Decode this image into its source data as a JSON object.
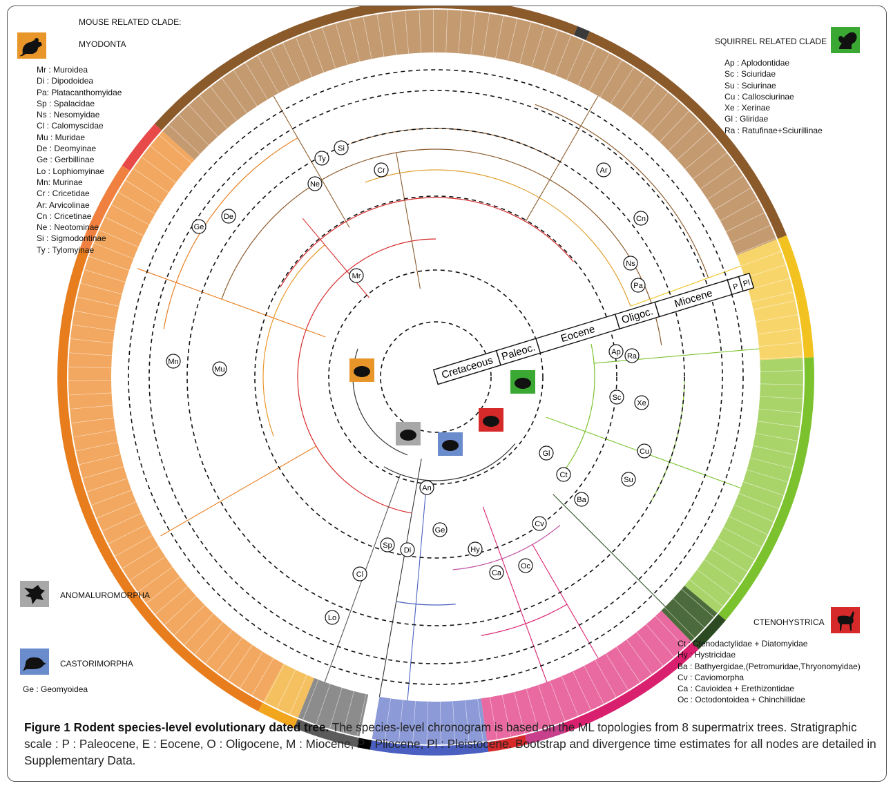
{
  "figure": {
    "mouse_clade_title": "MOUSE RELATED CLADE:",
    "myodonta_label": "MYODONTA",
    "mouse_legend": [
      "Mr : Muroidea",
      "Di : Dipodoidea",
      "Pa: Platacanthomyidae",
      "Sp : Spalacidae",
      "Ns : Nesomyidae",
      "Cl : Calomyscidae",
      "Mu : Muridae",
      "De : Deomyinae",
      "Ge : Gerbillinae",
      "Lo : Lophiomyinae",
      "Mn: Murinae",
      "Cr : Cricetidae",
      "Ar: Arvicolinae",
      "Cn : Cricetinae",
      "Ne : Neotominae",
      "Si : Sigmodontinae",
      "Ty : Tylomyinae"
    ],
    "squirrel_clade_title": "SQUIRREL RELATED CLADE",
    "squirrel_legend": [
      "Ap : Aplodontidae",
      "Sc : Sciuridae",
      "Su : Sciurinae",
      "Cu : Callosciurinae",
      "Xe : Xerinae",
      "Gl  : Gliridae",
      "Ra : Ratufinae+Sciurillinae"
    ],
    "anomaluromorpha_label": "ANOMALUROMORPHA",
    "castorimorpha_label": "CASTORIMORPHA",
    "castorimorpha_legend": [
      "Ge : Geomyoidea"
    ],
    "ctenohystrica_label": "CTENOHYSTRICA",
    "ctenohystrica_legend": [
      "Ct : Ctenodactylidae + Diatomyidae",
      "Hy : Hystricidae",
      "Ba : Bathyergidae,(Petromuridae,Thryonomyidae)",
      "Cv : Caviomorpha",
      "Ca : Cavioidea + Erethizontidae",
      "Oc : Octodontoidea + Chinchillidae"
    ],
    "time_scale": [
      "Cretaceous",
      "Paleoc.",
      "Eocene",
      "Oligoc.",
      "Miocene",
      "P",
      "Pl"
    ],
    "node_labels": [
      "Mr",
      "Cr",
      "Ne",
      "Ty",
      "Si",
      "Ar",
      "Cn",
      "Ns",
      "Pa",
      "De",
      "Ge",
      "Mu",
      "Mn",
      "Sp",
      "Di",
      "Cl",
      "Lo",
      "An",
      "Ge",
      "Hy",
      "Ap",
      "Ra",
      "Sc",
      "Xe",
      "Cu",
      "Su",
      "Gl",
      "Ct",
      "Ba",
      "Cv",
      "Ca",
      "Oc"
    ],
    "colors": {
      "myodonta": "#e8962a",
      "squirrel": "#3aa832",
      "ctenohystrica": "#d62a2a",
      "anomaluromorpha": "#a8a8a8",
      "castorimorpha": "#6b8ccc",
      "brown": "#8b5a2b",
      "orange": "#e87d1e",
      "yellow": "#f2c320",
      "pink": "#d9206e",
      "green": "#7cc22e",
      "darkgreen": "#2c4a22",
      "blue": "#4b5fc0",
      "grey": "#5b5b5b"
    }
  },
  "caption": {
    "title": "Figure 1 Rodent species-level evolutionary dated tree.",
    "text": " The species-level chronogram is based on the ML topologies from 8 supermatrix trees. Stratigraphic scale : P : Paleocene, E : Eocene, O : Oligocene, M : Miocene, P : Pliocene, Pl : Pleistocene. Bootstrap and divergence time estimates for all nodes are detailed in Supplementary Data."
  }
}
